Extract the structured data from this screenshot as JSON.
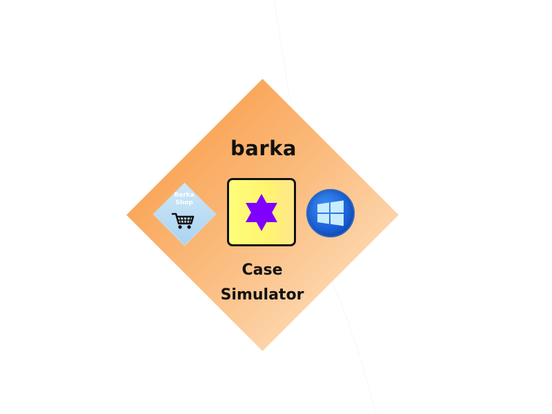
{
  "game": {
    "title": "barka",
    "subtitle_line1": "Case",
    "subtitle_line2": "Simulator"
  },
  "shop": {
    "label_line1": "Barka",
    "label_line2": "Shop",
    "icon": "shopping-cart-icon"
  },
  "center_button": {
    "icon": "six-point-star-icon"
  },
  "windows_button": {
    "icon": "windows-logo-icon"
  },
  "colors": {
    "diamond_start": "#f9a85c",
    "diamond_end": "#fdd3a8",
    "center_button_bg": "#fffe7a",
    "star": "#7f00ff",
    "shop_bg": "#a9d4f2",
    "windows_blue": "#1b5fd6"
  }
}
